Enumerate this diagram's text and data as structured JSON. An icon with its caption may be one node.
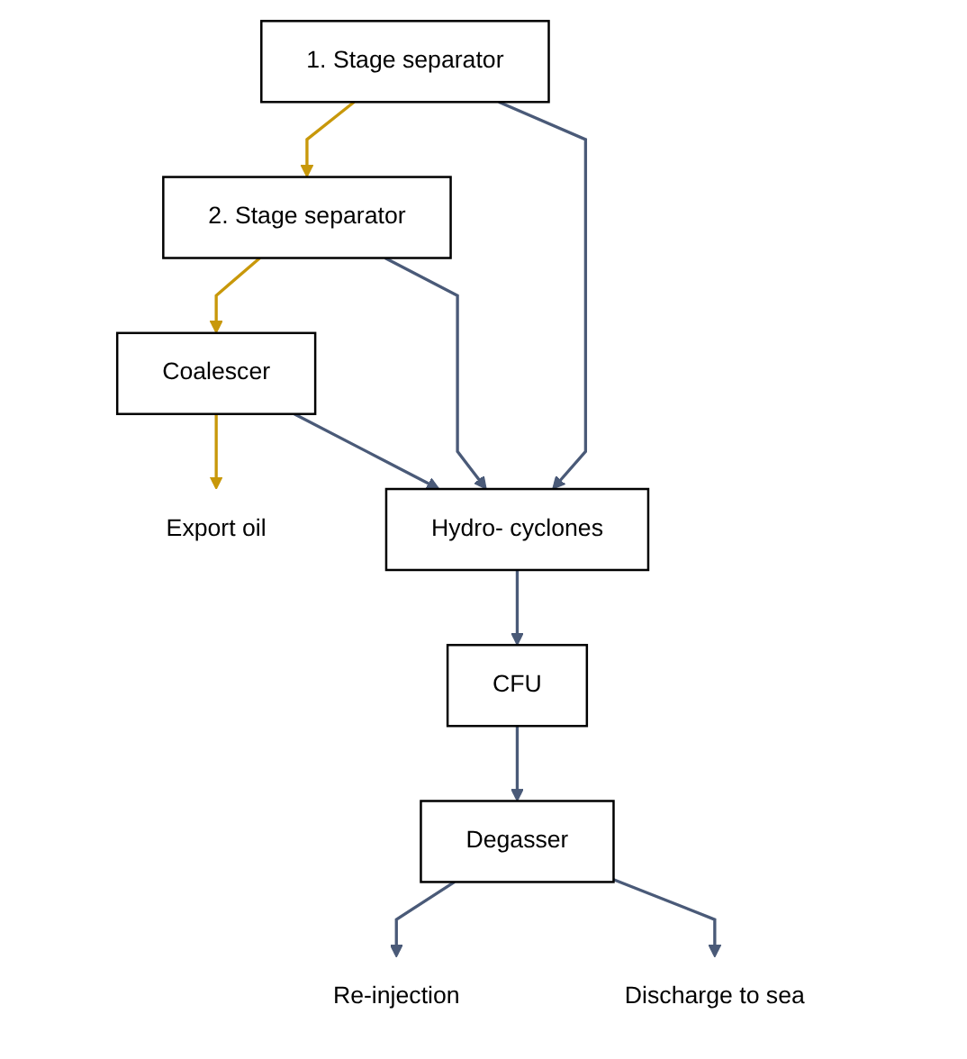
{
  "diagram": {
    "nodes": [
      {
        "text": [
          "1. Stage separator"
        ]
      },
      {
        "text": [
          "2. Stage separator"
        ]
      },
      {
        "text": [
          "Coalescer"
        ]
      },
      {
        "text": [
          "Export oil"
        ]
      },
      {
        "text": [
          "Hydro- cyclones"
        ]
      },
      {
        "text": [
          "CFU"
        ]
      },
      {
        "text": [
          "Degasser"
        ]
      },
      {
        "text": [
          "Re-injection"
        ]
      },
      {
        "text": [
          "Discharge to sea"
        ]
      }
    ],
    "edges": [
      {
        "from": 0,
        "to": 1,
        "arrow": "to",
        "color": "#c8980a"
      },
      {
        "from": 1,
        "to": 2,
        "arrow": "to",
        "color": "#c8980a"
      },
      {
        "from": 2,
        "to": 3,
        "arrow": "to",
        "color": "#c8980a"
      },
      {
        "from": 0,
        "to": 4,
        "arrow": "to"
      },
      {
        "from": 1,
        "to": 4,
        "arrow": "to"
      },
      {
        "from": 2,
        "to": 4,
        "arrow": "to"
      },
      {
        "from": 4,
        "to": 5,
        "arrow": "to"
      },
      {
        "from": 5,
        "to": 6,
        "arrow": "to"
      },
      {
        "from": 6,
        "to": 7,
        "arrow": "to"
      },
      {
        "from": 6,
        "to": 8,
        "arrow": "to"
      }
    ]
  }
}
